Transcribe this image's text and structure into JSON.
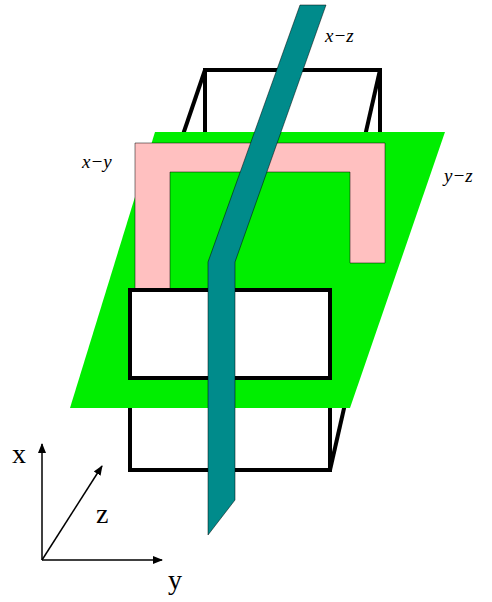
{
  "diagram": {
    "labels": [
      "x−z",
      "x−y",
      "y−z",
      "x",
      "z",
      "y"
    ]
  }
}
